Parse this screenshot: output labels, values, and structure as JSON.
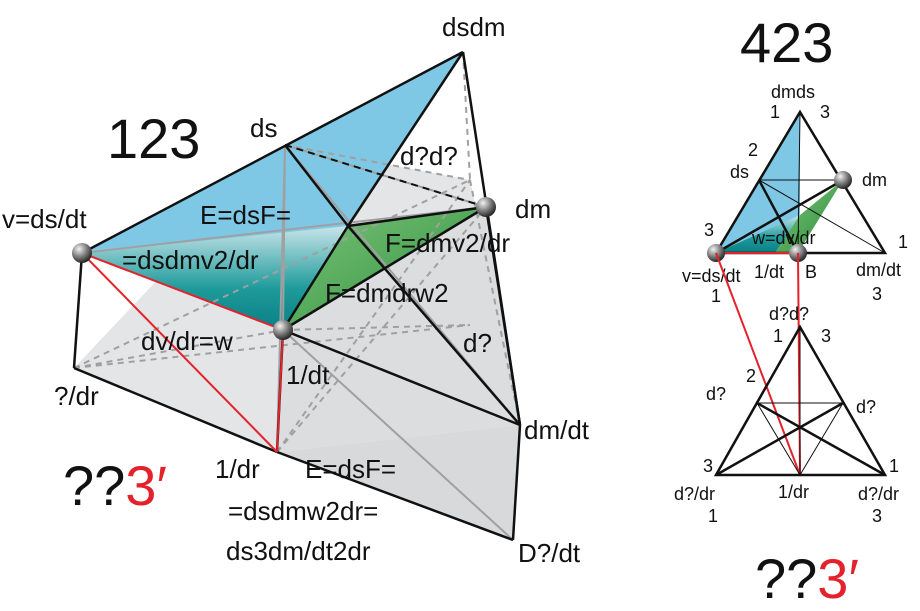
{
  "colors": {
    "blue_face": "#7ec8e6",
    "green_face": "#4aa84a",
    "teal_face": "#0f8f8f",
    "gray_face": "#dadbdd",
    "edge": "#111111",
    "gray_edge": "#9a9a9a",
    "red_edge": "#e3222b",
    "accent_red": "#e3222b"
  },
  "left": {
    "title": "123",
    "labels": {
      "dsdm": "dsdm",
      "ds": "ds",
      "d2": "d?d?",
      "dm": "dm",
      "v": "v=ds/dt",
      "e1a": "E=dsF=",
      "e1b": "=dsdmv2/dr",
      "f1": "F=dmv2/dr",
      "f2": "F=dmdrw2",
      "dvdr": "dv/dr=w",
      "dq": "d?",
      "inv_dt": "1/dt",
      "q_dr": "?/dr",
      "dm_dt": "dm/dt",
      "inv_dr": "1/dr",
      "e2a": "E=dsF=",
      "e2b": "=dsdmw2dr=",
      "e2c": "ds3dm/dt2dr",
      "big_dt": "D?/dt"
    },
    "bottom_black": "??",
    "bottom_red": "3′"
  },
  "right": {
    "title": "423",
    "top": {
      "apex": "dmds",
      "n1": "1",
      "n3": "3",
      "n2": "2",
      "ds": "ds",
      "dm": "dm",
      "w": "w=dv/dr",
      "n3l": "3",
      "n1r": "1",
      "v": "v=ds/dt",
      "inv_dt": "1/dt",
      "b": "B",
      "dm_dt": "dm/dt",
      "n1b": "1",
      "n3b": "3"
    },
    "bottom": {
      "apex": "d?d?",
      "n1": "1",
      "n3": "3",
      "n2": "2",
      "dl": "d?",
      "dr": "d?",
      "n3l": "3",
      "n1r": "1",
      "dl_dr": "d?/dr",
      "inv_dr": "1/dr",
      "dr_dr": "d?/dr",
      "n1b": "1",
      "n3b": "3"
    },
    "bottom_black": "??",
    "bottom_red": "3′"
  }
}
